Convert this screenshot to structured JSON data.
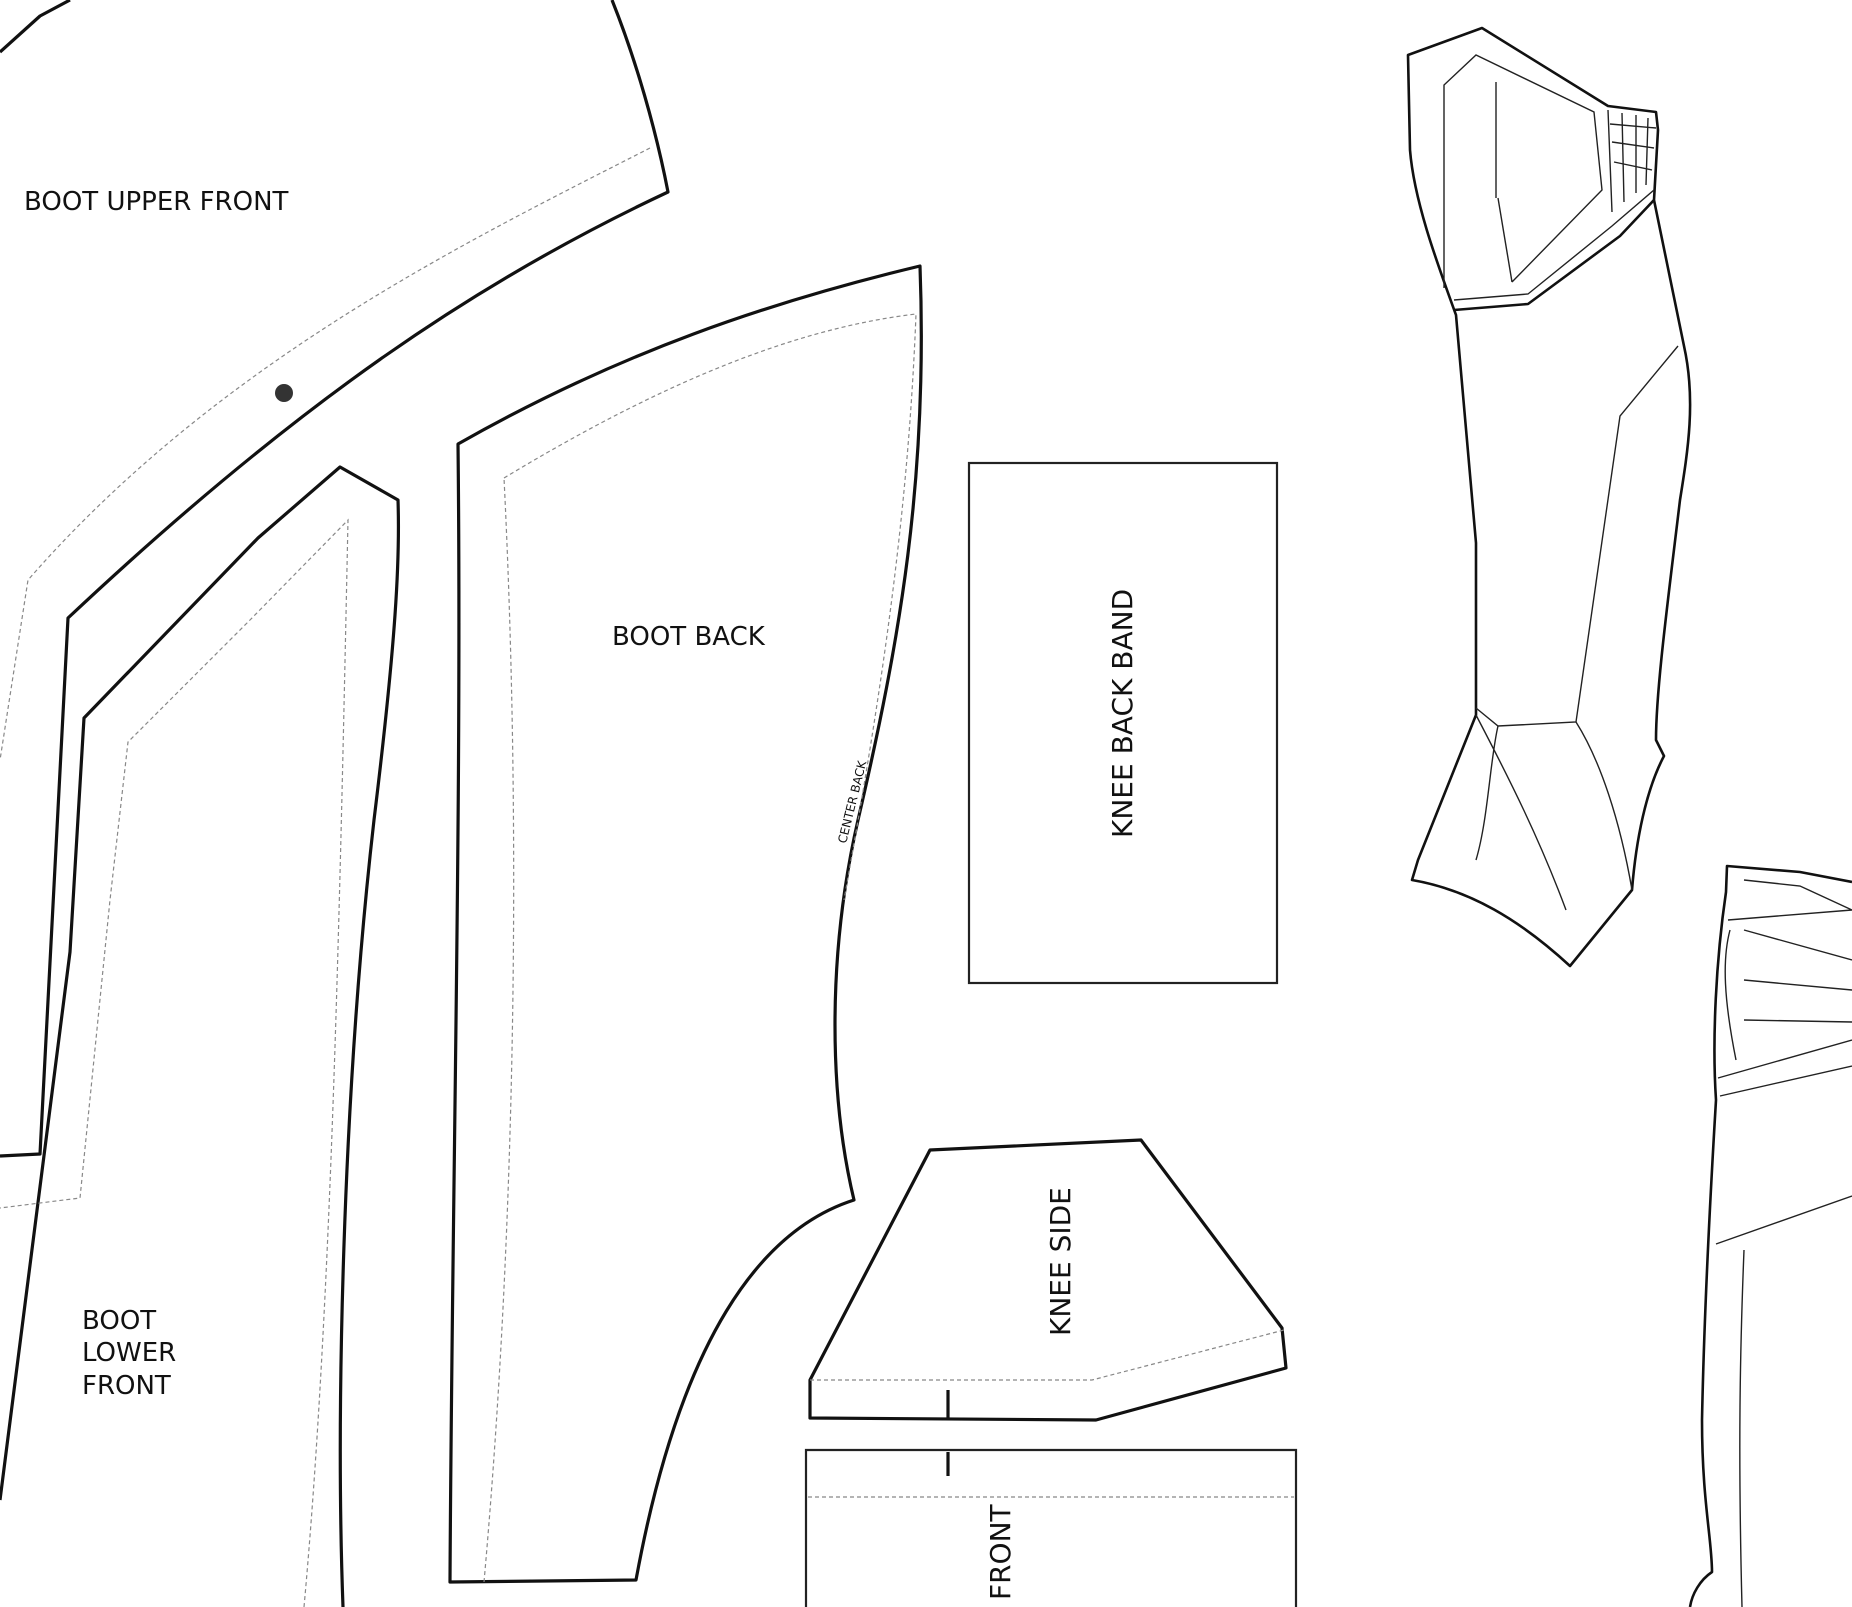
{
  "labels": {
    "boot_upper_front": "BOOT UPPER FRONT",
    "boot_back": "BOOT BACK",
    "center_back": "CENTER BACK",
    "knee_back_band": "KNEE BACK BAND",
    "knee_side": "KNEE SIDE",
    "boot_lower_front": [
      "BOOT",
      "LOWER",
      "FRONT"
    ],
    "front": "FRONT"
  },
  "icons": {
    "notch_dot": "notch-dot-icon",
    "boot_illustration": "boot-illustration-icon"
  },
  "colors": {
    "background": "#ffffff",
    "stroke": "#111111",
    "seam_allowance": "#888888"
  }
}
